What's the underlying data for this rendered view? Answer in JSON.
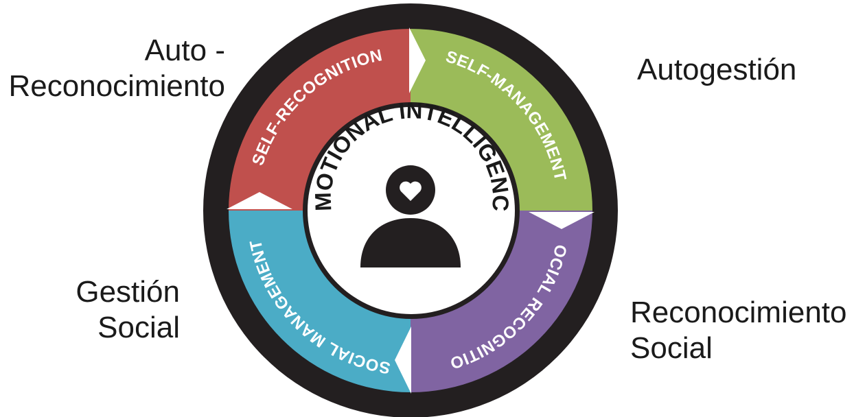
{
  "labels": {
    "top_left": [
      "Auto -",
      "Reconocimiento"
    ],
    "top_right": [
      "Autogestión"
    ],
    "bottom_left": [
      "Gestión",
      "Social"
    ],
    "bottom_right": [
      "Reconocimiento",
      "Social"
    ]
  },
  "wheel": {
    "center_title": "EMOTIONAL INTELLIGENCE",
    "segments": [
      {
        "text": "SELF-RECOGNITION",
        "color": "#c0504d"
      },
      {
        "text": "SELF-MANAGEMENT",
        "color": "#9bbb59"
      },
      {
        "text": "SOCIAL RECOGNITION",
        "color": "#8064a2"
      },
      {
        "text": "SOCIAL MANAGEMENT",
        "color": "#4bacc6"
      }
    ],
    "ring_color": "#231f20",
    "center_icon": "person-with-heart-icon"
  }
}
